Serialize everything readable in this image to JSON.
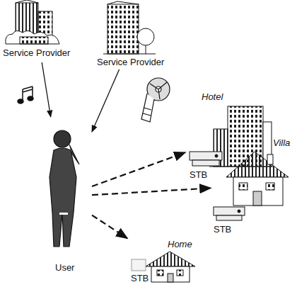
{
  "diagram": {
    "nodes": [
      {
        "text": [
          "Service Provider"
        ]
      },
      {
        "text": [
          "Service Provider"
        ]
      },
      {
        "text": [
          "User"
        ]
      },
      {
        "text": [
          "Hotel",
          "STB"
        ]
      },
      {
        "text": [
          "Villa",
          "STB"
        ]
      },
      {
        "text": [
          "Home",
          "STB"
        ]
      }
    ],
    "edges": [
      {
        "from": 0,
        "to": 2,
        "arrow": "to"
      },
      {
        "from": 1,
        "to": 2,
        "arrow": "to"
      },
      {
        "from": 2,
        "to": 3,
        "arrow": "to"
      },
      {
        "from": 2,
        "to": 4,
        "arrow": "to"
      },
      {
        "from": 2,
        "to": 5,
        "arrow": "to"
      }
    ]
  }
}
